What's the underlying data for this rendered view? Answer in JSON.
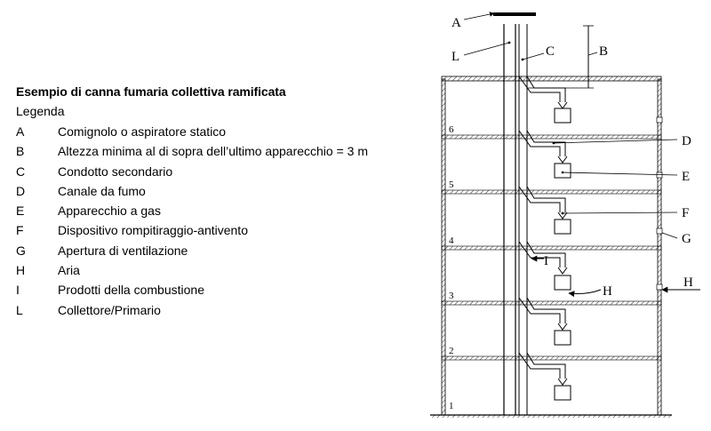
{
  "legend": {
    "title": "Esempio di canna fumaria collettiva ramificata",
    "heading": "Legenda",
    "items": [
      {
        "key": "A",
        "text": "Comignolo o aspiratore statico"
      },
      {
        "key": "B",
        "text": "Altezza minima al di sopra dell’ultimo apparecchio = 3 m"
      },
      {
        "key": "C",
        "text": "Condotto secondario"
      },
      {
        "key": "D",
        "text": "Canale da fumo"
      },
      {
        "key": "E",
        "text": "Apparecchio a gas"
      },
      {
        "key": "F",
        "text": "Dispositivo rompitiraggio-antivento"
      },
      {
        "key": "G",
        "text": "Apertura di ventilazione"
      },
      {
        "key": "H",
        "text": "Aria"
      },
      {
        "key": "I",
        "text": "Prodotti della combustione"
      },
      {
        "key": "L",
        "text": "Collettore/Primario"
      }
    ]
  },
  "diagram": {
    "labels": {
      "A": "A",
      "B": "B",
      "C": "C",
      "D": "D",
      "E": "E",
      "F": "F",
      "G": "G",
      "H_inner": "H",
      "H_outer": "H",
      "I": "I",
      "L": "L"
    },
    "floors": [
      "1",
      "2",
      "3",
      "4",
      "5",
      "6"
    ]
  }
}
